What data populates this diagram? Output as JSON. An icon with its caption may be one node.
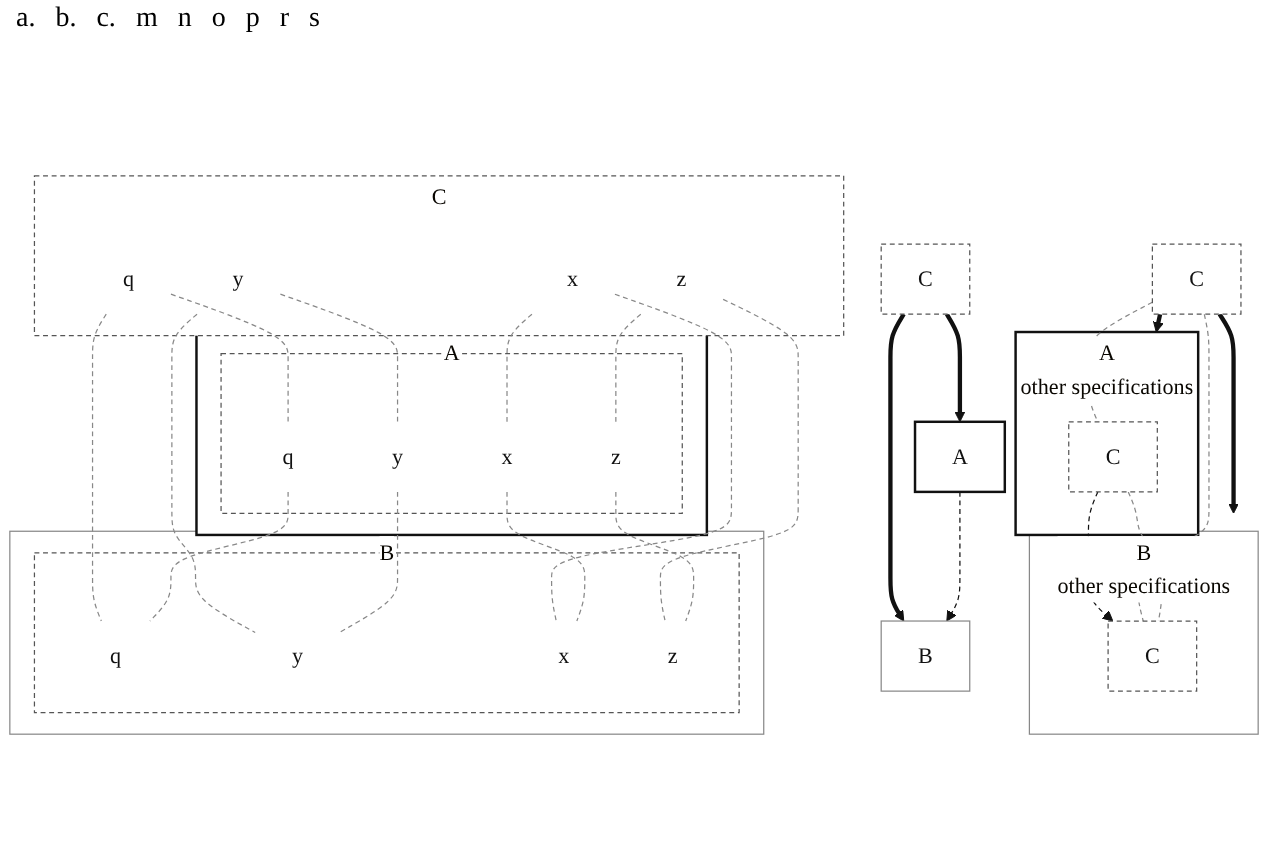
{
  "diagram": {
    "nodes": [
      {
        "text": [
          "C"
        ]
      },
      {
        "text": [
          "A"
        ]
      },
      {
        "text": [
          "B"
        ]
      },
      {
        "text": [
          "C"
        ]
      },
      {
        "text": [
          "A",
          "other specifications"
        ]
      },
      {
        "text": [
          "C"
        ],
        "in": 4
      },
      {
        "text": [
          "B",
          "other specifications"
        ]
      },
      {
        "text": [
          "C"
        ],
        "in": 6
      },
      {
        "text": [
          "C"
        ]
      },
      {
        "text": [
          "q"
        ],
        "in": 8
      },
      {
        "text": [
          "y"
        ],
        "in": 8
      },
      {
        "text": [
          "x"
        ],
        "in": 8
      },
      {
        "text": [
          "z"
        ],
        "in": 8
      },
      {
        "text": [
          "A"
        ]
      },
      {
        "text": [],
        "shape": "box",
        "in": 13
      },
      {
        "text": [
          "q"
        ],
        "in": 14
      },
      {
        "text": [
          "y"
        ],
        "in": 14
      },
      {
        "text": [
          "x"
        ],
        "in": 14
      },
      {
        "text": [
          "z"
        ],
        "in": 14
      },
      {
        "text": [
          "B"
        ]
      },
      {
        "text": [],
        "shape": "box",
        "in": 19
      },
      {
        "text": [
          "q"
        ],
        "in": 20
      },
      {
        "text": [
          "y"
        ],
        "in": 20
      },
      {
        "text": [
          "x"
        ],
        "in": 20
      },
      {
        "text": [
          "z"
        ],
        "in": 20
      }
    ],
    "edges": [
      {
        "from": 0,
        "to": 1,
        "arrow": "to",
        "style": "thick",
        "color": "#111111"
      },
      {
        "from": 0,
        "to": 2,
        "arrow": "to",
        "style": "thick",
        "color": "#111111"
      },
      {
        "from": 1,
        "to": 2,
        "arrow": "to",
        "style": "dashed",
        "color": "#111111"
      },
      {
        "from": 3,
        "to": 4,
        "arrow": "to",
        "style": "thick",
        "color": "#111111"
      },
      {
        "from": 3,
        "to": 6,
        "arrow": "to",
        "style": "thick",
        "color": "#111111"
      },
      {
        "from": 5,
        "to": 7,
        "arrow": "to",
        "style": "dashed",
        "color": "#111111"
      },
      {
        "from": 3,
        "to": 5,
        "arrow": "none",
        "style": "dashed",
        "color": "#888888"
      },
      {
        "from": 3,
        "to": 7,
        "arrow": "none",
        "style": "dashed",
        "color": "#888888"
      },
      {
        "from": 5,
        "to": 7,
        "arrow": "none",
        "style": "dashed",
        "color": "#888888"
      },
      {
        "from": 9,
        "to": 15,
        "arrow": "none",
        "style": "dashed",
        "color": "#888888"
      },
      {
        "from": 10,
        "to": 16,
        "arrow": "none",
        "style": "dashed",
        "color": "#888888"
      },
      {
        "from": 11,
        "to": 17,
        "arrow": "none",
        "style": "dashed",
        "color": "#888888"
      },
      {
        "from": 12,
        "to": 18,
        "arrow": "none",
        "style": "dashed",
        "color": "#888888"
      },
      {
        "from": 9,
        "to": 21,
        "arrow": "none",
        "style": "dashed",
        "color": "#888888"
      },
      {
        "from": 10,
        "to": 22,
        "arrow": "none",
        "style": "dashed",
        "color": "#888888"
      },
      {
        "from": 11,
        "to": 23,
        "arrow": "none",
        "style": "dashed",
        "color": "#888888"
      },
      {
        "from": 12,
        "to": 24,
        "arrow": "none",
        "style": "dashed",
        "color": "#888888"
      },
      {
        "from": 15,
        "to": 21,
        "arrow": "none",
        "style": "dashed",
        "color": "#888888"
      },
      {
        "from": 16,
        "to": 22,
        "arrow": "none",
        "style": "dashed",
        "color": "#888888"
      },
      {
        "from": 17,
        "to": 23,
        "arrow": "none",
        "style": "dashed",
        "color": "#888888"
      },
      {
        "from": 18,
        "to": 24,
        "arrow": "none",
        "style": "dashed",
        "color": "#888888"
      }
    ],
    "labels": [
      "a.",
      "b.",
      "c.",
      "m",
      "n",
      "o",
      "p",
      "r",
      "s"
    ]
  }
}
